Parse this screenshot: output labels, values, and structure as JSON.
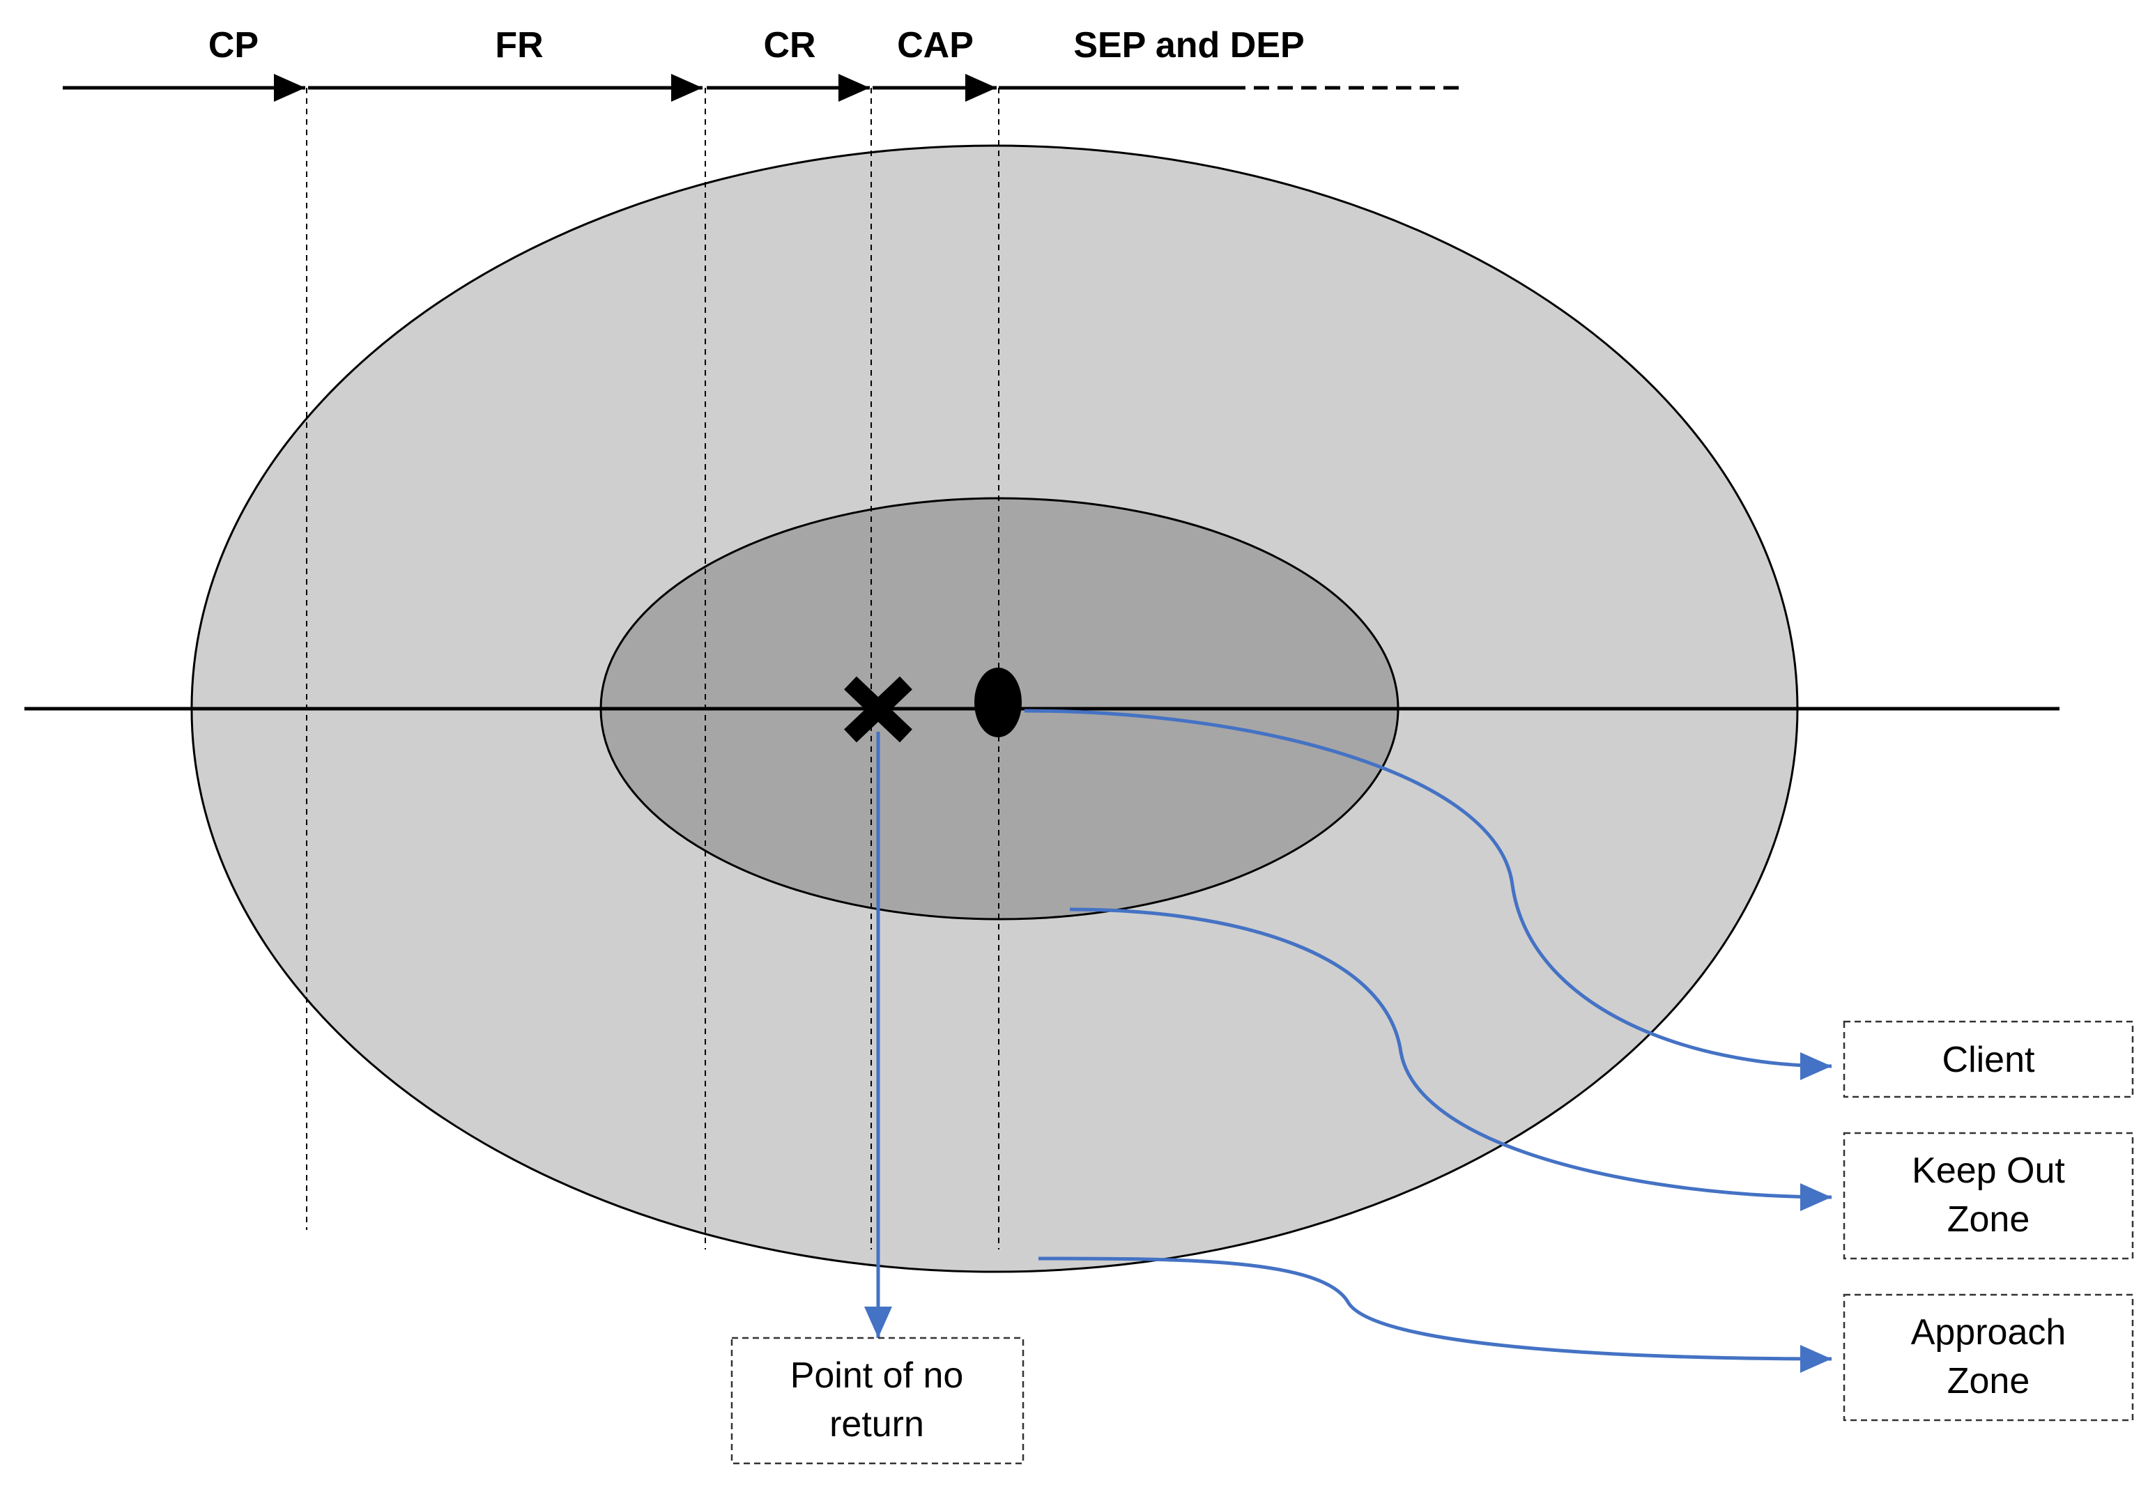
{
  "phases": [
    {
      "id": "cp",
      "label": "CP"
    },
    {
      "id": "fr",
      "label": "FR"
    },
    {
      "id": "cr",
      "label": "CR"
    },
    {
      "id": "cap",
      "label": "CAP"
    },
    {
      "id": "sep-dep",
      "label": "SEP and DEP"
    }
  ],
  "callouts": {
    "client": [
      "Client"
    ],
    "keep_out_zone": [
      "Keep Out",
      "Zone"
    ],
    "approach_zone": [
      "Approach",
      "Zone"
    ],
    "point_of_no_return": [
      "Point of no",
      "return"
    ]
  },
  "colors": {
    "approach_zone_fill": "#cfcfcf",
    "keep_out_zone_fill": "#a6a6a6",
    "leader_line": "#4472c4",
    "ink": "#000000"
  },
  "icons": {
    "point_of_no_return": "x-mark-icon",
    "client": "client-ellipse-icon"
  }
}
